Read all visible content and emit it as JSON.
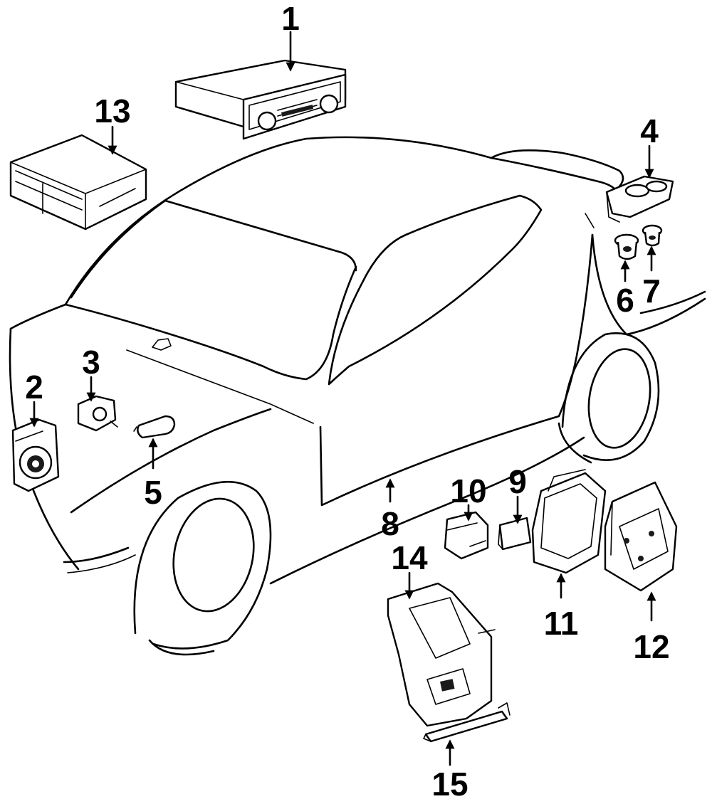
{
  "callouts": [
    {
      "id": "c1",
      "label": "1"
    },
    {
      "id": "c2",
      "label": "2"
    },
    {
      "id": "c3",
      "label": "3"
    },
    {
      "id": "c4",
      "label": "4"
    },
    {
      "id": "c5",
      "label": "5"
    },
    {
      "id": "c6",
      "label": "6"
    },
    {
      "id": "c7",
      "label": "7"
    },
    {
      "id": "c8",
      "label": "8"
    },
    {
      "id": "c9",
      "label": "9"
    },
    {
      "id": "c10",
      "label": "10"
    },
    {
      "id": "c11",
      "label": "11"
    },
    {
      "id": "c12",
      "label": "12"
    },
    {
      "id": "c13",
      "label": "13"
    },
    {
      "id": "c14",
      "label": "14"
    },
    {
      "id": "c15",
      "label": "15"
    }
  ],
  "colors": {
    "line": "#000000",
    "background": "#ffffff"
  }
}
